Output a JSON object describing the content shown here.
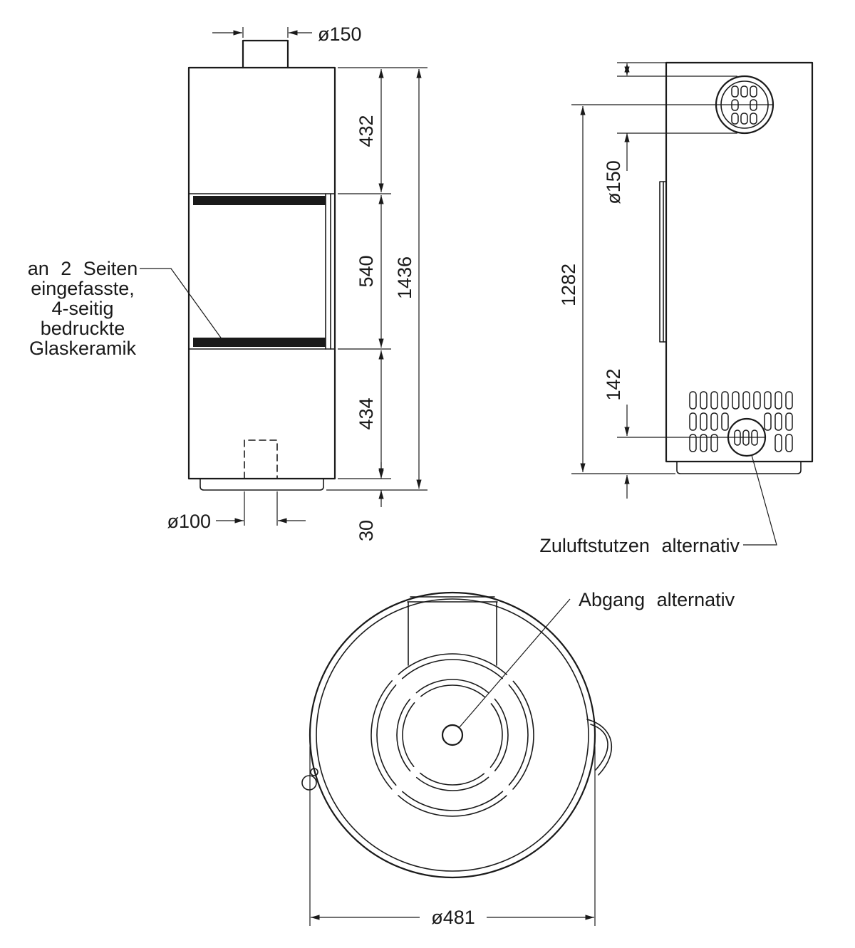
{
  "drawing": {
    "colors": {
      "line": "#1a1a1a",
      "background": "#ffffff"
    },
    "front_view": {
      "dim_flue_diameter": "ø150",
      "dim_upper_height": "432",
      "dim_glass_height": "540",
      "dim_lower_height": "434",
      "dim_base_height": "30",
      "dim_total_height": "1436",
      "dim_floor_pipe_diameter": "ø100",
      "glass_annotation": [
        "an 2 Seiten",
        "eingefasste,",
        "4-seitig",
        "bedruckte",
        "Glaskeramik"
      ]
    },
    "side_view": {
      "dim_flue_diameter": "ø150",
      "dim_flue_center_height": "1282",
      "dim_inlet_height": "142",
      "label_inlet": "Zuluftstutzen alternativ"
    },
    "top_view": {
      "label_outlet": "Abgang alternativ",
      "dim_outer_diameter": "ø481"
    }
  }
}
